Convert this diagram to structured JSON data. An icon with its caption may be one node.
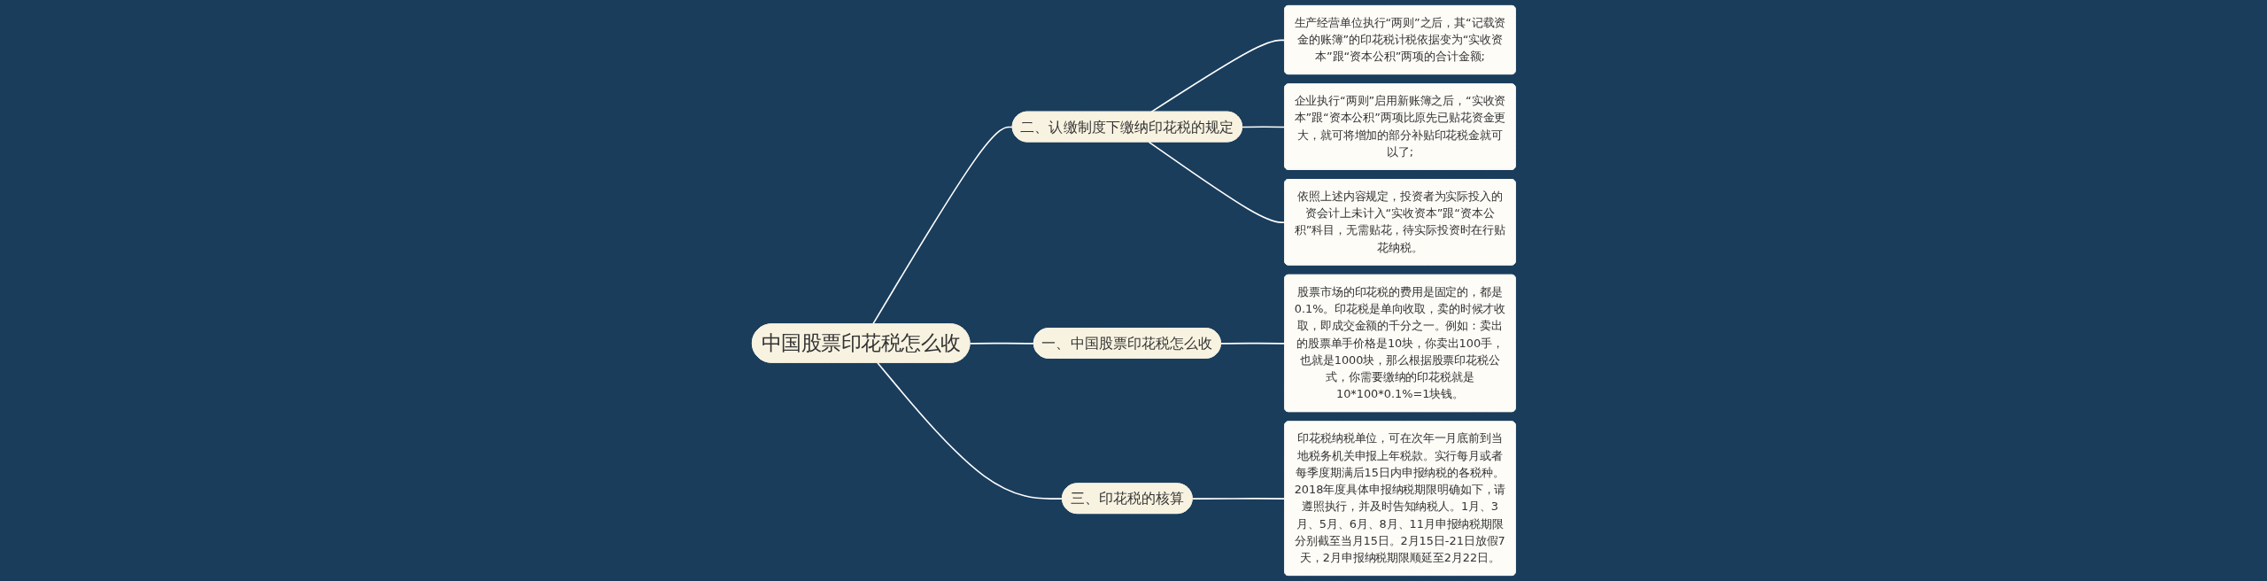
{
  "diagram": {
    "nodes": [
      {
        "text": [
          "中国股票印花税怎么收"
        ]
      },
      {
        "text": [
          "二、认缴制度下缴纳印花税的规定"
        ]
      },
      {
        "text": [
          "生产经营单位执行“两则”之后，其“记载资金的账簿”的印花税计税依据变为“实收资本”跟“资本公积”两项的合计金额;"
        ]
      },
      {
        "text": [
          "企业执行“两则”启用新账簿之后，“实收资本”跟“资本公积”两项比原先已贴花资金更大，就可将增加的部分补贴印花税金就可以了;"
        ]
      },
      {
        "text": [
          "依照上述内容规定，投资者为实际投入的资会计上未计入“实收资本”跟“资本公积”科目，无需贴花，待实际投资时在行贴花纳税。"
        ]
      },
      {
        "text": [
          "一、中国股票印花税怎么收"
        ]
      },
      {
        "text": [
          "股票市场的印花税的费用是固定的，都是0.1%。印花税是单向收取，卖的时候才收取，即成交金额的千分之一。例如：卖出的股票单手价格是10块，你卖出100手，也就是1000块，那么根据股票印花税公式，你需要缴纳的印花税就是10*100*0.1%=1块钱。"
        ]
      },
      {
        "text": [
          "三、印花税的核算"
        ]
      },
      {
        "text": [
          "印花税纳税单位，可在次年一月底前到当地税务机关申报上年税款。实行每月或者每季度期满后15日内申报纳税的各税种。2018年度具体申报纳税期限明确如下，请遵照执行，并及时告知纳税人。1月、3月、5月、6月、8月、11月申报纳税期限分别截至当月15日。2月15日-21日放假7天，2月申报纳税期限顺延至2月22日。"
        ]
      }
    ],
    "edges": [
      {
        "from": 0,
        "to": 1,
        "arrow": "none"
      },
      {
        "from": 1,
        "to": 2,
        "arrow": "none"
      },
      {
        "from": 1,
        "to": 3,
        "arrow": "none"
      },
      {
        "from": 1,
        "to": 4,
        "arrow": "none"
      },
      {
        "from": 0,
        "to": 5,
        "arrow": "none"
      },
      {
        "from": 5,
        "to": 6,
        "arrow": "none"
      },
      {
        "from": 0,
        "to": 7,
        "arrow": "none"
      },
      {
        "from": 7,
        "to": 8,
        "arrow": "none"
      }
    ]
  }
}
